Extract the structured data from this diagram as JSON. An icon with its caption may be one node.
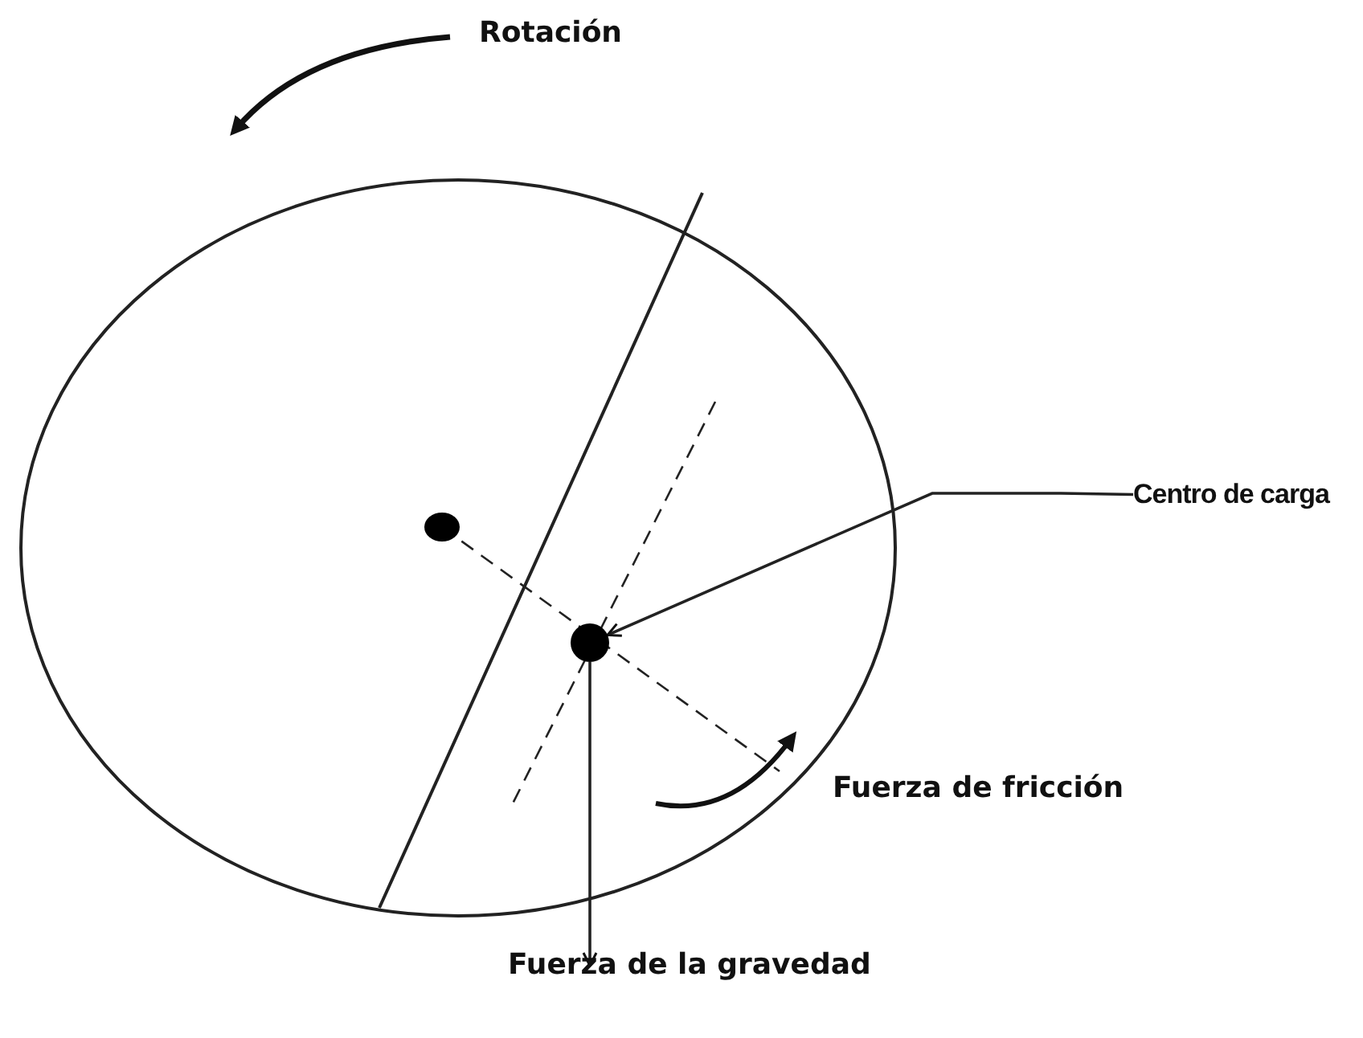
{
  "diagram": {
    "nodes": [
      {
        "text": [
          "Centro de carga"
        ]
      },
      {
        "text": [],
        "shape": "circle"
      }
    ],
    "edges": [
      {
        "from": 0,
        "to": 1,
        "arrow": "to"
      }
    ],
    "labels": [
      "Rotación",
      "Fuerza de fricción",
      "Fuerza de la gravedad"
    ]
  }
}
